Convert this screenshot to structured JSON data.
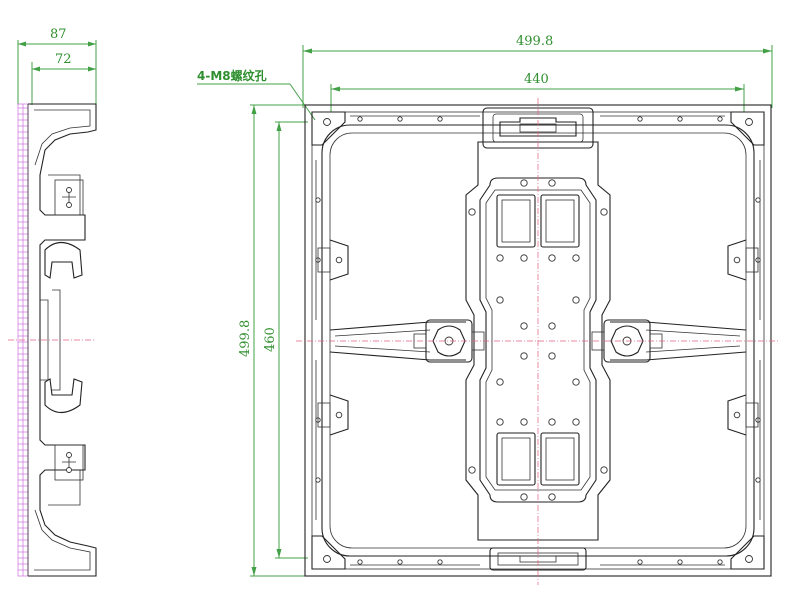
{
  "dimensions": {
    "side_depth": "87",
    "side_inner_depth": "72",
    "front_width": "499.8",
    "front_inner_width": "440",
    "front_height": "499.8",
    "front_inner_height": "460"
  },
  "annotation": {
    "holes_note": "4-M8螺纹孔"
  },
  "colors": {
    "dimension_lines": "#43a047",
    "outline": "#222222",
    "centerline": "#e06080",
    "module_grid": "#d070e0"
  }
}
